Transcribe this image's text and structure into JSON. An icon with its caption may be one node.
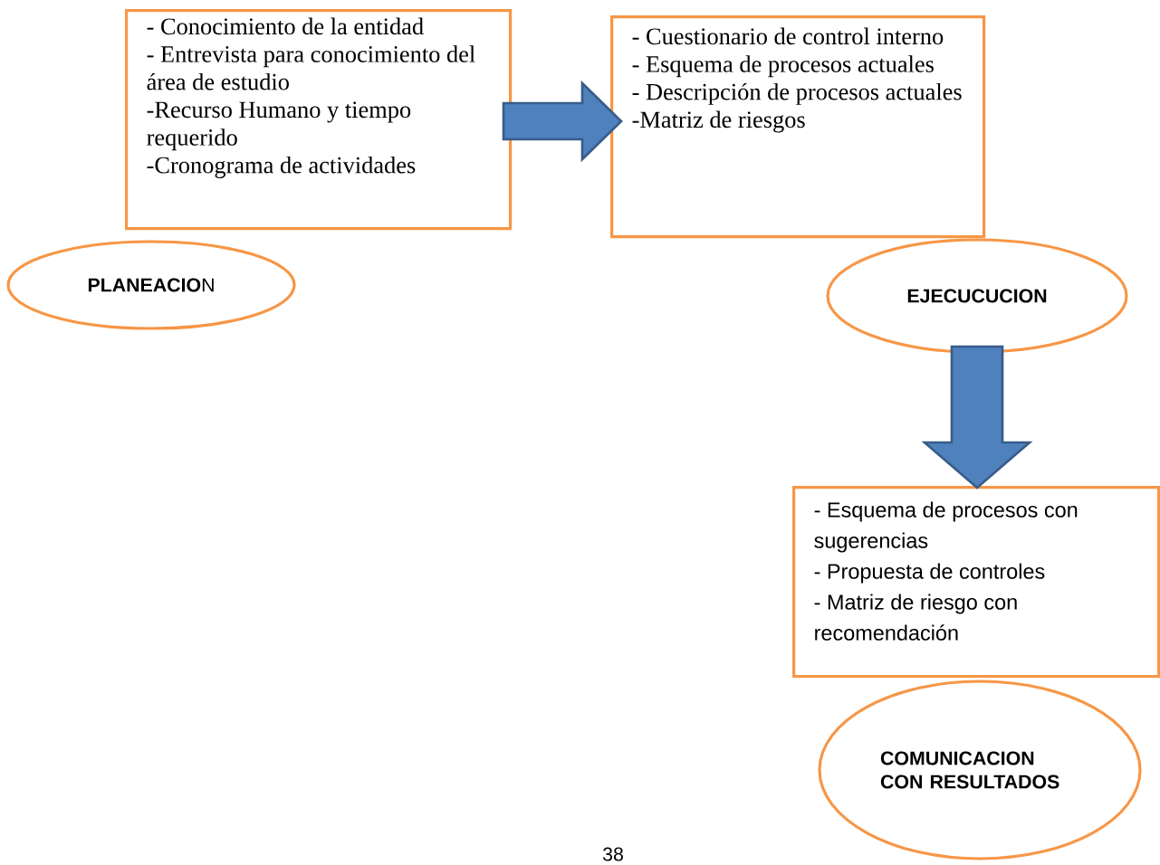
{
  "diagram": {
    "nodes": [
      {
        "text": [
          "- Conocimiento de la entidad",
          "- Entrevista para conocimiento del área de estudio",
          "-Recurso Humano y tiempo requerido",
          "-Cronograma de actividades"
        ]
      },
      {
        "text": [
          "**PLANEACIO**N"
        ]
      },
      {
        "text": [
          "- Cuestionario de control interno",
          "- Esquema de procesos actuales",
          "- Descripción de procesos actuales",
          "-Matriz de riesgos"
        ]
      },
      {
        "text": [
          "EJECUCUCION"
        ]
      },
      {
        "text": [
          "- Esquema de procesos con sugerencias",
          "- Propuesta de controles",
          "- Matriz de riesgo con recomendación"
        ]
      },
      {
        "text": [
          "COMUNICACION CON RESULTADOS"
        ]
      }
    ],
    "edges": [
      {
        "from": 0,
        "to": 2,
        "arrow": "to"
      },
      {
        "from": 3,
        "to": 4,
        "arrow": "to"
      }
    ],
    "labels": [
      "38"
    ]
  }
}
